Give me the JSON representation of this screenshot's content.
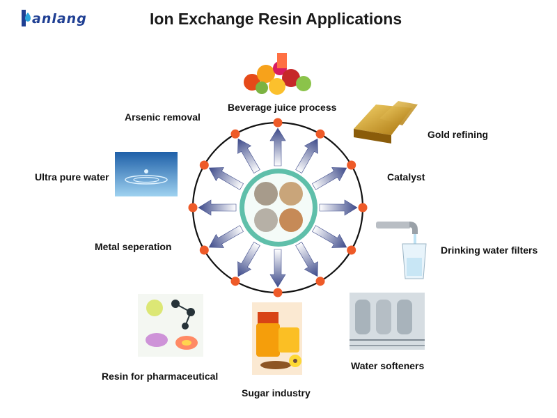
{
  "header": {
    "logo_text": "anlang",
    "title": "Ion Exchange Resin Applications"
  },
  "labels": {
    "beverage": "Beverage juice process",
    "arsenic": "Arsenic removal",
    "gold": "Gold refining",
    "ultra": "Ultra pure water",
    "catalyst": "Catalyst",
    "metal": "Metal seperation",
    "drinking": "Drinking water filters",
    "pharma": "Resin for pharmaceutical",
    "softeners": "Water softeners",
    "sugar": "Sugar industry"
  },
  "colors": {
    "title": "#1a1a1a",
    "logo": "#1f3f93",
    "node": "#ee5a28",
    "arrow": "#3d4a8a",
    "ring": "#111111",
    "dish": "#5fbfaa"
  },
  "icons": {
    "logo": "drop-logo-icon",
    "beverage": "fruit-icon",
    "gold": "gold-bar-icon",
    "ultra": "water-splash-icon",
    "drinking": "faucet-glass-icon",
    "pharma": "molecule-pills-icon",
    "sugar": "honey-jar-icon",
    "softeners": "industrial-tanks-icon",
    "center": "resin-dish-icon"
  }
}
